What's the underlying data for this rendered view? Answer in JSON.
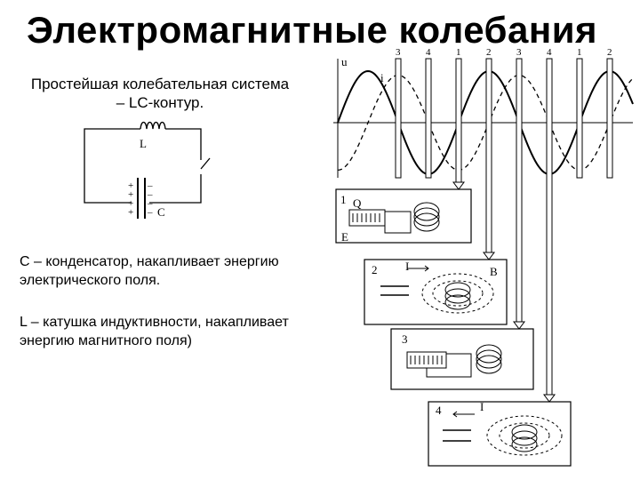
{
  "title": "Электромагнитные колебания",
  "subtitle": "Простейшая колебательная система – LC-контур.",
  "desc_c": "С – конденсатор, накапливает энергию электрического поля.",
  "desc_l": "L – катушка индуктивности, накапливает энергию магнитного поля)",
  "circuit": {
    "inductor_label": "L",
    "capacitor_label": "C",
    "plus": "+",
    "minus": "–"
  },
  "graph": {
    "u_label": "u",
    "i_label": "i",
    "phase_labels": [
      "3",
      "4",
      "1",
      "2",
      "3",
      "4",
      "1",
      "2"
    ]
  },
  "panels": [
    {
      "number": "1",
      "labels": [
        "Q",
        "E"
      ]
    },
    {
      "number": "2",
      "labels": [
        "I",
        "B"
      ]
    },
    {
      "number": "3",
      "labels": []
    },
    {
      "number": "4",
      "labels": [
        "I"
      ]
    }
  ]
}
